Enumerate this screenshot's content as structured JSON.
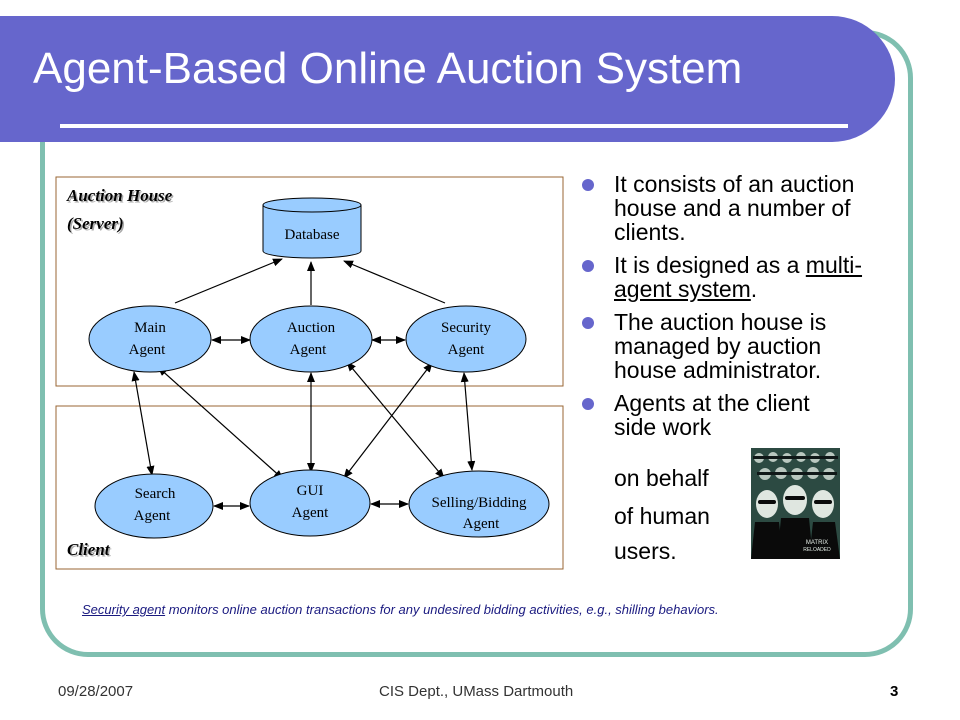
{
  "slide": {
    "title": "Agent-Based Online Auction System",
    "date": "09/28/2007",
    "footer_center": "CIS Dept., UMass Dartmouth",
    "page_number": "3"
  },
  "diagram": {
    "server_label_line1": "Auction House",
    "server_label_line2": "(Server)",
    "client_label": "Client",
    "database": "Database",
    "main_agent": [
      "Main",
      "Agent"
    ],
    "auction_agent": [
      "Auction",
      "Agent"
    ],
    "security_agent": [
      "Security",
      "Agent"
    ],
    "search_agent": [
      "Search",
      "Agent"
    ],
    "gui_agent": [
      "GUI",
      "Agent"
    ],
    "selling_agent": [
      "Selling/Bidding",
      "Agent"
    ]
  },
  "bullets": {
    "b1": "It consists of an auction house and a number of clients.",
    "b2_pre": "It is designed as a ",
    "b2_link": "multi-agent system",
    "b2_post": ".",
    "b3": "The auction house is managed by auction house administrator.",
    "b4_line1": "Agents at the client",
    "b4_line2": "side work",
    "b4_line3": "on behalf",
    "b4_line4": "of human",
    "b4_line5": "users."
  },
  "image": {
    "poster_text_line1": "MATRIX",
    "poster_text_line2": "RELOADED"
  },
  "caption": {
    "link": "Security agent",
    "rest": " monitors online auction transactions for any undesired bidding activities, e.g., shilling behaviors."
  },
  "colors": {
    "title_bar": "#6666cc",
    "frame": "#7fbfb0",
    "node_fill": "#99ccff",
    "box_border": "#996633"
  }
}
